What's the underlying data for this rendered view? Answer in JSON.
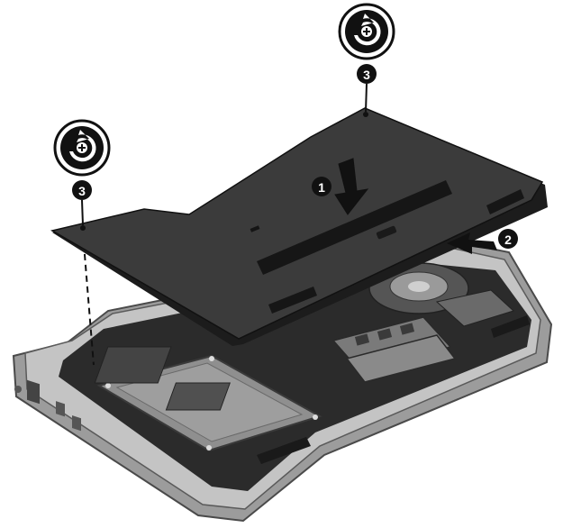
{
  "callouts": [
    {
      "id": "step-1",
      "label": "1"
    },
    {
      "id": "step-2",
      "label": "2"
    },
    {
      "id": "step-3-left",
      "label": "3"
    },
    {
      "id": "step-3-right",
      "label": "3"
    }
  ],
  "icons": {
    "screw_rotate": "rotate-clockwise-screw-icon",
    "push_down_arrow": "arrow-down-icon",
    "slide_arrow": "arrow-left-icon"
  },
  "colors": {
    "cover": "#3a3a3a",
    "cover_edge": "#1e1e1e",
    "chassis": "#b9b9b9",
    "chassis_dark": "#6f6f6f",
    "interior": "#2a2a2a",
    "component": "#8e8e8e",
    "callout_fill": "#111111",
    "callout_text": "#ffffff",
    "background": "#ffffff"
  }
}
